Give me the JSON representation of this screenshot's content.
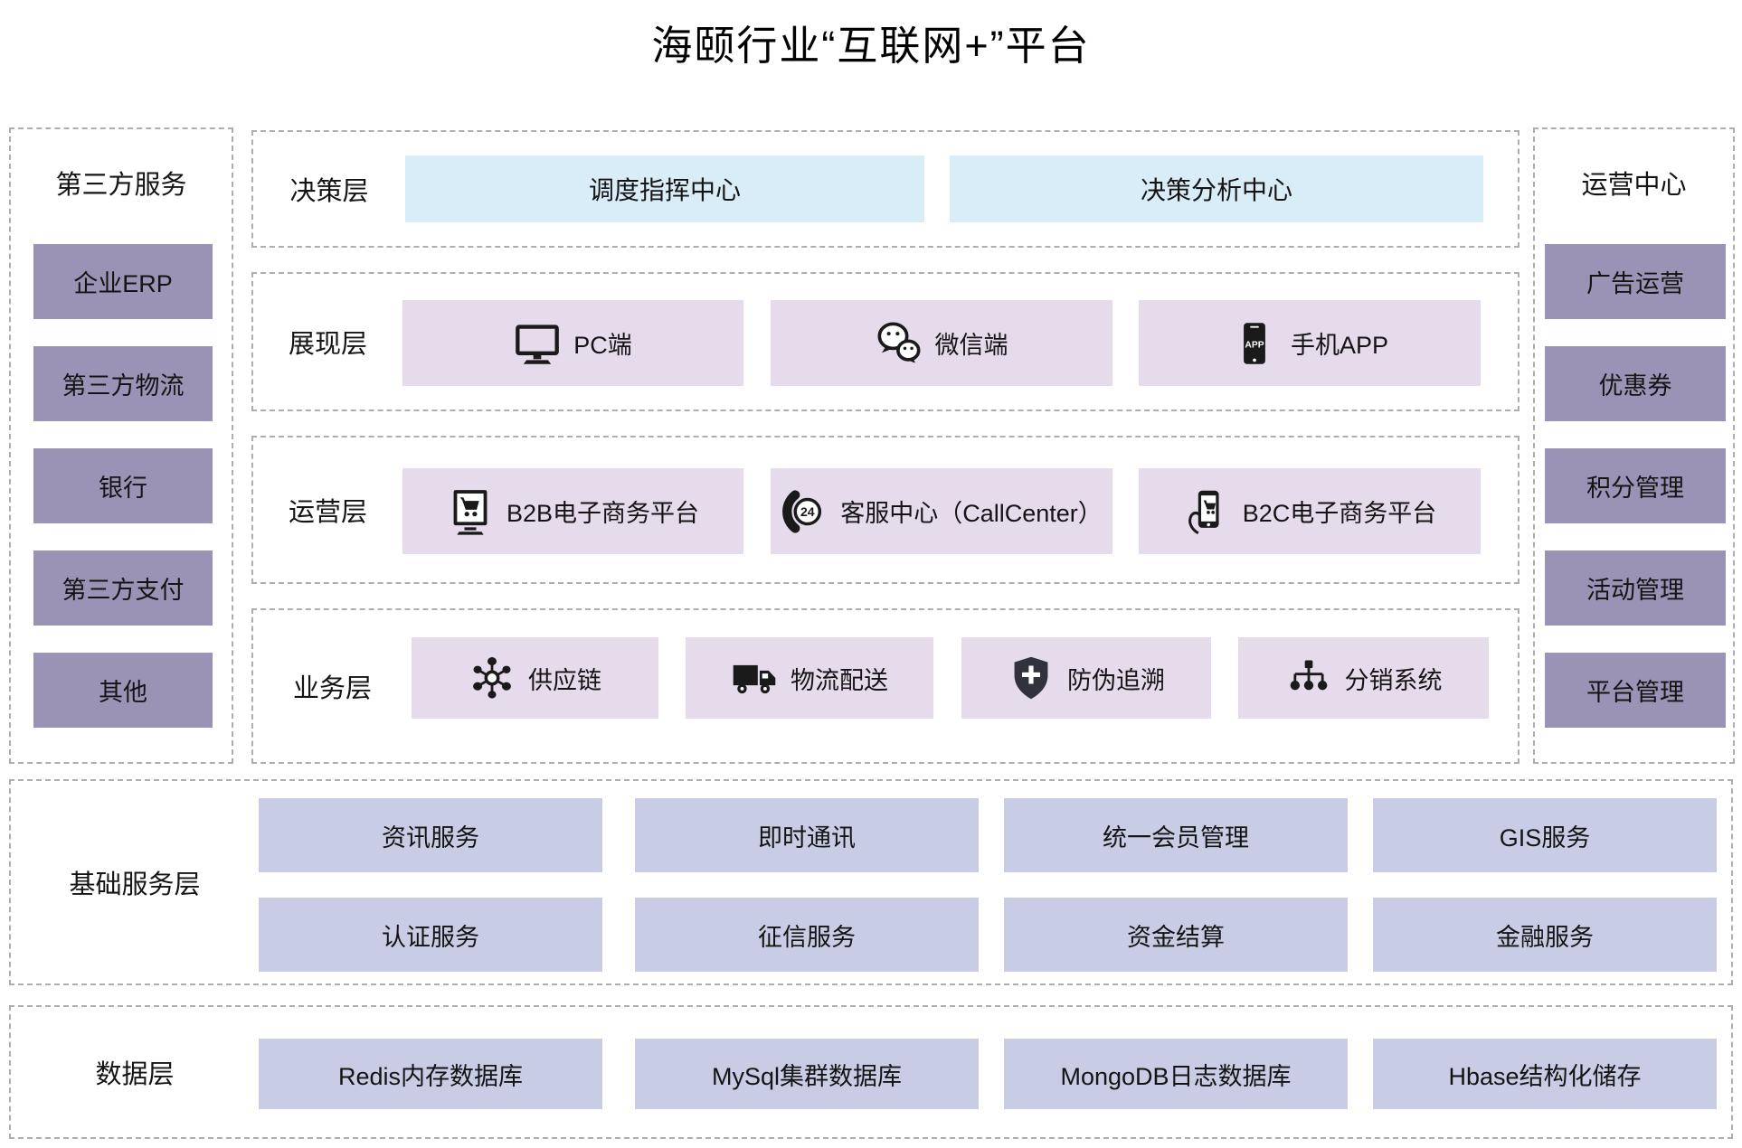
{
  "title": "海颐行业“互联网+”平台",
  "left_panel": {
    "title": "第三方服务",
    "items": [
      "企业ERP",
      "第三方物流",
      "银行",
      "第三方支付",
      "其他"
    ]
  },
  "right_panel": {
    "title": "运营中心",
    "items": [
      "广告运营",
      "优惠券",
      "积分管理",
      "活动管理",
      "平台管理"
    ]
  },
  "layers": [
    {
      "label": "决策层",
      "items": [
        {
          "text": "调度指挥中心"
        },
        {
          "text": "决策分析中心"
        }
      ]
    },
    {
      "label": "展现层",
      "items": [
        {
          "text": "PC端",
          "icon": "monitor-icon"
        },
        {
          "text": "微信端",
          "icon": "wechat-icon"
        },
        {
          "text": "手机APP",
          "icon": "mobile-app-icon"
        }
      ]
    },
    {
      "label": "运营层",
      "items": [
        {
          "text": "B2B电子商务平台",
          "icon": "b2b-ecommerce-icon"
        },
        {
          "text": "客服中心（CallCenter）",
          "icon": "callcenter-24-icon"
        },
        {
          "text": "B2C电子商务平台",
          "icon": "b2c-mobile-shopping-icon"
        }
      ]
    },
    {
      "label": "业务层",
      "items": [
        {
          "text": "供应链",
          "icon": "supply-chain-icon"
        },
        {
          "text": "物流配送",
          "icon": "logistics-truck-icon"
        },
        {
          "text": "防伪追溯",
          "icon": "anti-counterfeit-shield-icon"
        },
        {
          "text": "分销系统",
          "icon": "distribution-system-icon"
        }
      ]
    }
  ],
  "base_service_layer": {
    "label": "基础服务层",
    "rows": [
      [
        "资讯服务",
        "即时通讯",
        "统一会员管理",
        "GIS服务"
      ],
      [
        "认证服务",
        "征信服务",
        "资金结算",
        "金融服务"
      ]
    ]
  },
  "data_layer": {
    "label": "数据层",
    "items": [
      "Redis内存数据库",
      "MySql集群数据库",
      "MongoDB日志数据库",
      "Hbase结构化储存"
    ]
  },
  "colors": {
    "side_box": "#9b93b5",
    "decision_box": "#d9edf8",
    "app_box": "#e6dbeb",
    "service_box": "#c8cce4",
    "border": "#aeaeae",
    "text": "#141414",
    "icon": "#1a1a1a",
    "shield": "#32323e",
    "background": "#ffffff"
  }
}
